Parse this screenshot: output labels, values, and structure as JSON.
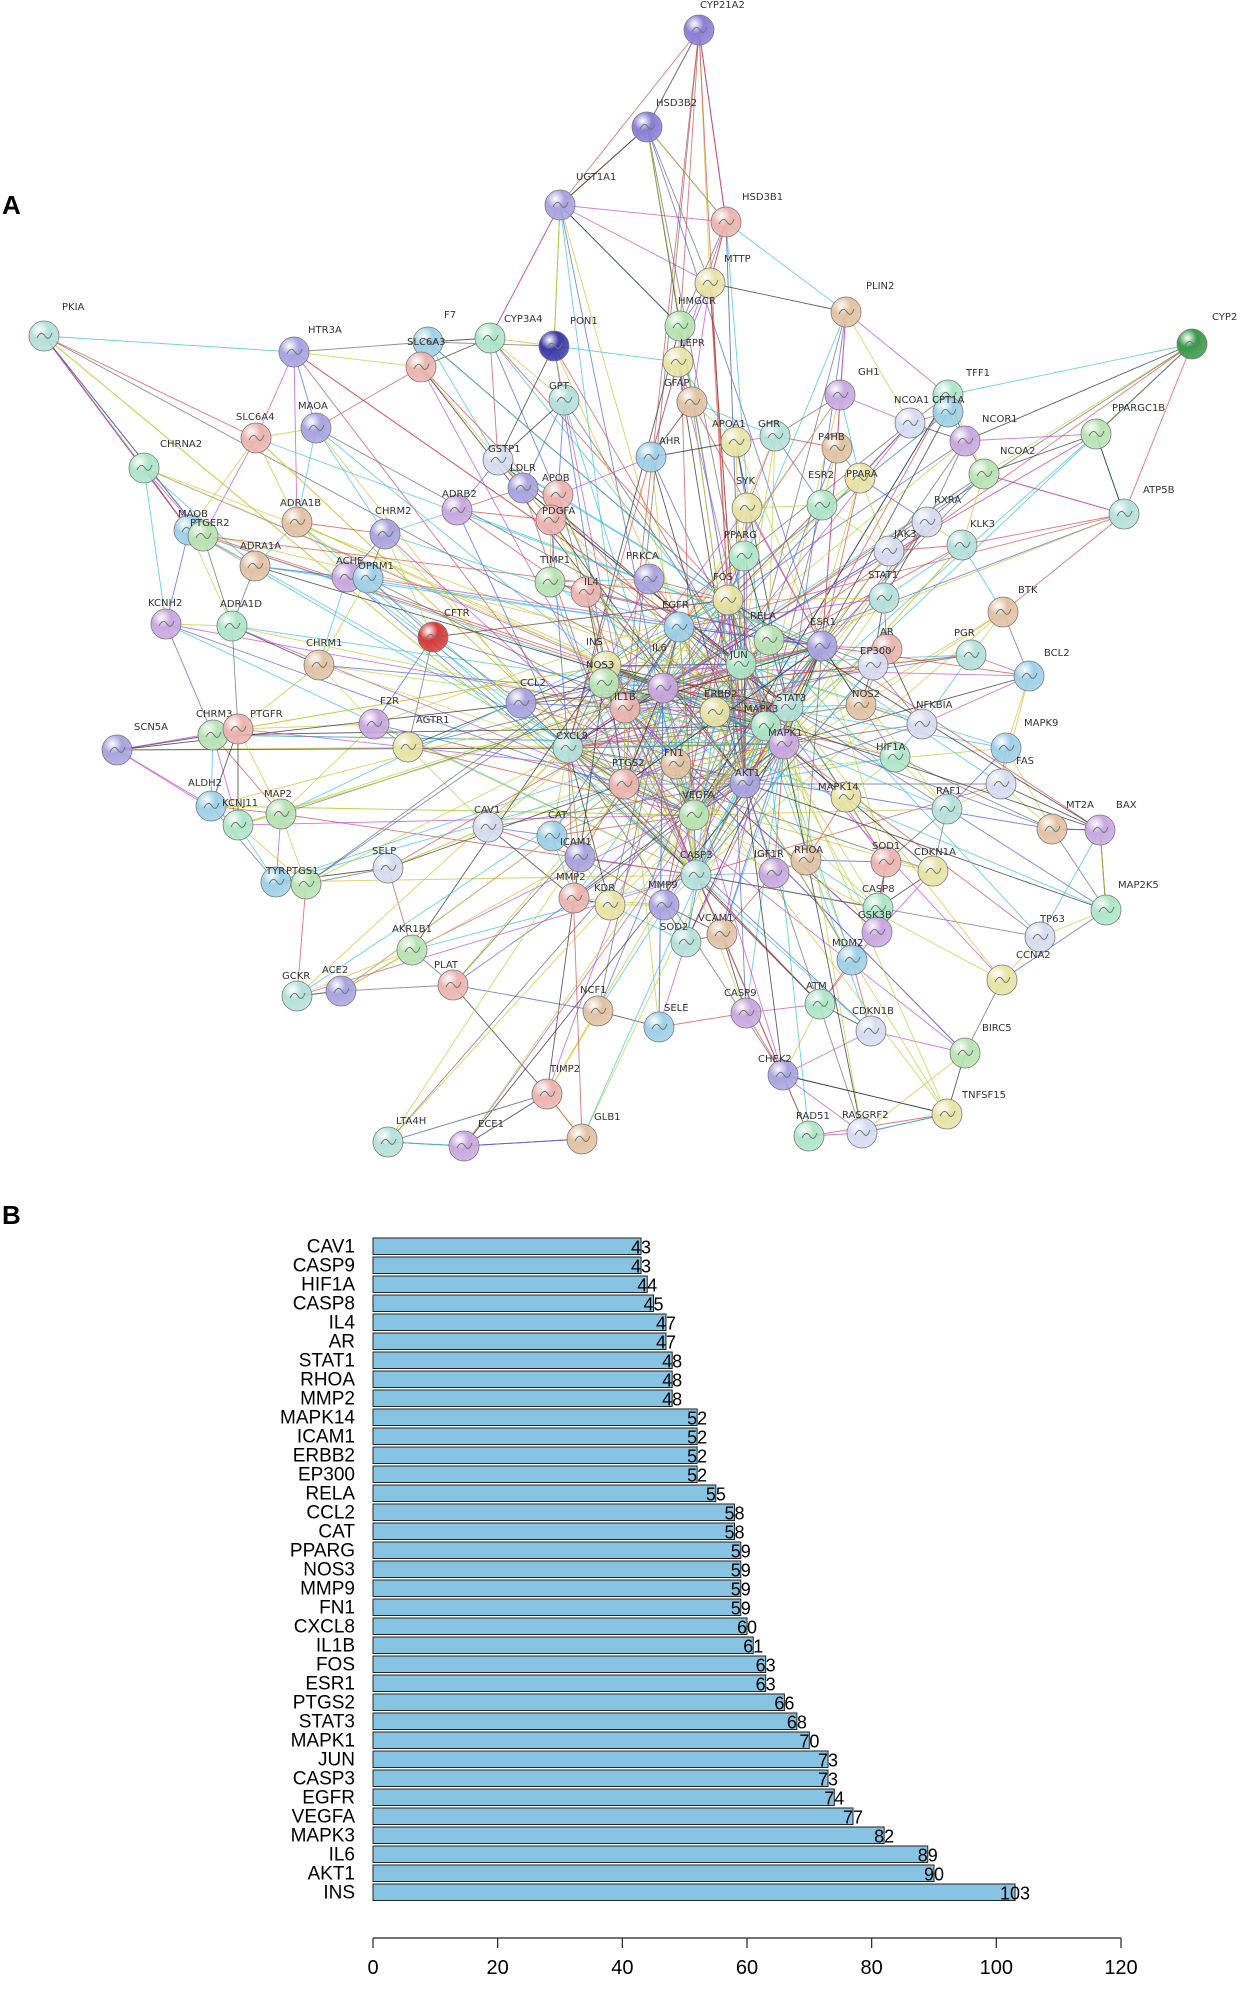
{
  "panels": {
    "a_label": "A",
    "b_label": "B"
  },
  "network": {
    "nodes": [
      "CYP21A2",
      "HSD3B2",
      "UGT1A1",
      "HSD3B1",
      "MTTP",
      "PKIA",
      "PLIN2",
      "CYP2",
      "CYP3A4",
      "PON1",
      "F7",
      "HMGCR",
      "HTR3A",
      "SLC6A3",
      "LEPR",
      "GPT",
      "GFAP",
      "GH1",
      "TFF1",
      "NCOA1",
      "CPT1A",
      "PPARGC1B",
      "MAOA",
      "SLC6A4",
      "APOA1",
      "GHR",
      "P4HB",
      "NCOR1",
      "CHRNA2",
      "GSTP1",
      "AHR",
      "NCOA2",
      "LDLR",
      "APOB",
      "PPARA",
      "ATP5B",
      "ADRA1B",
      "ADRB2",
      "ESR2",
      "RXRA",
      "MAOB",
      "PTGER2",
      "CHRM2",
      "PDGFA",
      "SYK",
      "KLK3",
      "ADRA1A",
      "ACHE",
      "PPARG",
      "JAK3",
      "OPRM1",
      "TIMP1",
      "PRKCA",
      "IL4",
      "FOS",
      "STAT1",
      "BTK",
      "KCNH2",
      "ADRA1D",
      "CFTR",
      "EGFR",
      "RELA",
      "ESR1",
      "AR",
      "INS",
      "PGR",
      "CHRM1",
      "IL6",
      "JUN",
      "EP300",
      "BCL2",
      "NOS3",
      "CCL2",
      "IL1B",
      "ERBB2",
      "STAT3",
      "NOS2",
      "F2R",
      "MAPK3",
      "NFKBIA",
      "MAPK9",
      "CHRM3",
      "SCN5A",
      "PTGFR",
      "AGTR1",
      "CXCL8",
      "FN1",
      "MAPK1",
      "HIF1A",
      "FAS",
      "ALDH2",
      "MAP2",
      "AKT1",
      "PTGS2",
      "MAPK14",
      "RAF1",
      "MT2A",
      "BAX",
      "KCNJ11",
      "CAV1",
      "CAT",
      "VEGFA",
      "ICAM1",
      "SOD1",
      "CDKN1A",
      "CASP3",
      "RHOA",
      "IGF1R",
      "CASP8",
      "SELP",
      "TYR",
      "PTGS1",
      "MMP9",
      "MMP2",
      "KDR",
      "SOD2",
      "VCAM1",
      "GSK3B",
      "MAP2K5",
      "TP63",
      "MDM2",
      "AKR1B1",
      "ACE2",
      "PLAT",
      "CCNA2",
      "GCKR",
      "NCF1",
      "CASP9",
      "ATM",
      "CDKN1B",
      "SELE",
      "BIRC5",
      "CHEK2",
      "TIMP2",
      "TNFSF15",
      "LTA4H",
      "GLB1",
      "ECE1",
      "RAD51",
      "RASGRF2"
    ]
  },
  "chart_data": {
    "type": "bar",
    "orientation": "horizontal",
    "title": "",
    "xlabel": "",
    "ylabel": "",
    "xlim": [
      0,
      120
    ],
    "xticks": [
      0,
      20,
      40,
      60,
      80,
      100,
      120
    ],
    "bar_color": "#87c4e4",
    "categories": [
      "CAV1",
      "CASP9",
      "HIF1A",
      "CASP8",
      "IL4",
      "AR",
      "STAT1",
      "RHOA",
      "MMP2",
      "MAPK14",
      "ICAM1",
      "ERBB2",
      "EP300",
      "RELA",
      "CCL2",
      "CAT",
      "PPARG",
      "NOS3",
      "MMP9",
      "FN1",
      "CXCL8",
      "IL1B",
      "FOS",
      "ESR1",
      "PTGS2",
      "STAT3",
      "MAPK1",
      "JUN",
      "CASP3",
      "EGFR",
      "VEGFA",
      "MAPK3",
      "IL6",
      "AKT1",
      "INS"
    ],
    "values": [
      43,
      43,
      44,
      45,
      47,
      47,
      48,
      48,
      48,
      52,
      52,
      52,
      52,
      55,
      58,
      58,
      59,
      59,
      59,
      59,
      60,
      61,
      63,
      63,
      66,
      68,
      70,
      73,
      73,
      74,
      77,
      82,
      89,
      90,
      103
    ]
  }
}
